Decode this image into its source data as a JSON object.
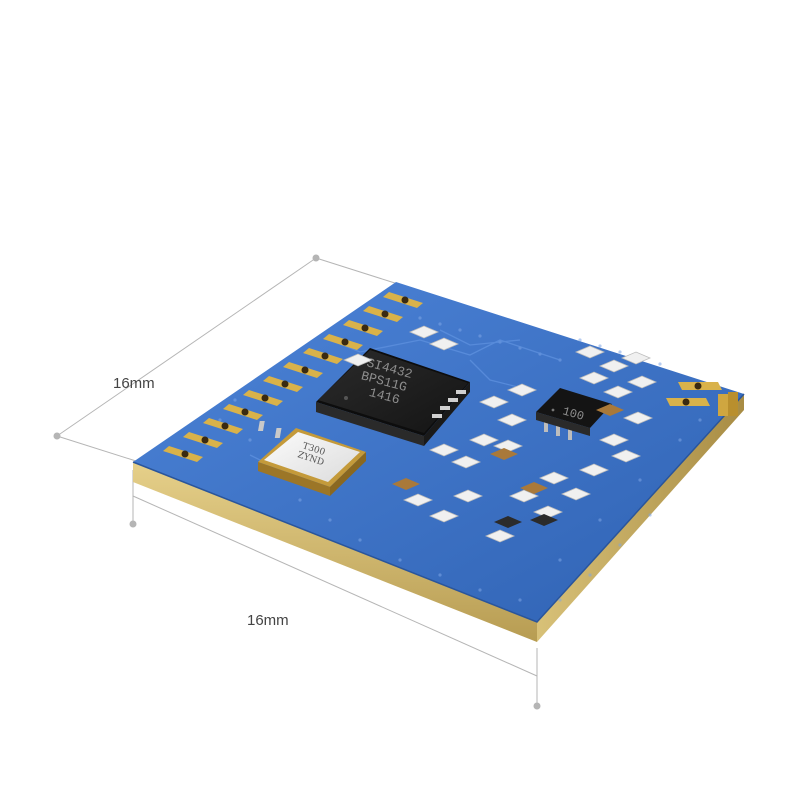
{
  "dimensions": {
    "left_label": "16mm",
    "bottom_label": "16mm"
  },
  "main_chip": {
    "line1": "SI4432",
    "line2": "BPS11G",
    "line3": "1416"
  },
  "crystal": {
    "line1": "T300",
    "line2": "ZYND"
  },
  "small_ic": {
    "label": "100"
  },
  "colors": {
    "board_blue": "#3a6fc4",
    "board_edge": "#cdb870",
    "gold_pad": "#d9b24a",
    "chip_black": "#1e1e1e",
    "dimension_line": "#b0b0b0"
  }
}
